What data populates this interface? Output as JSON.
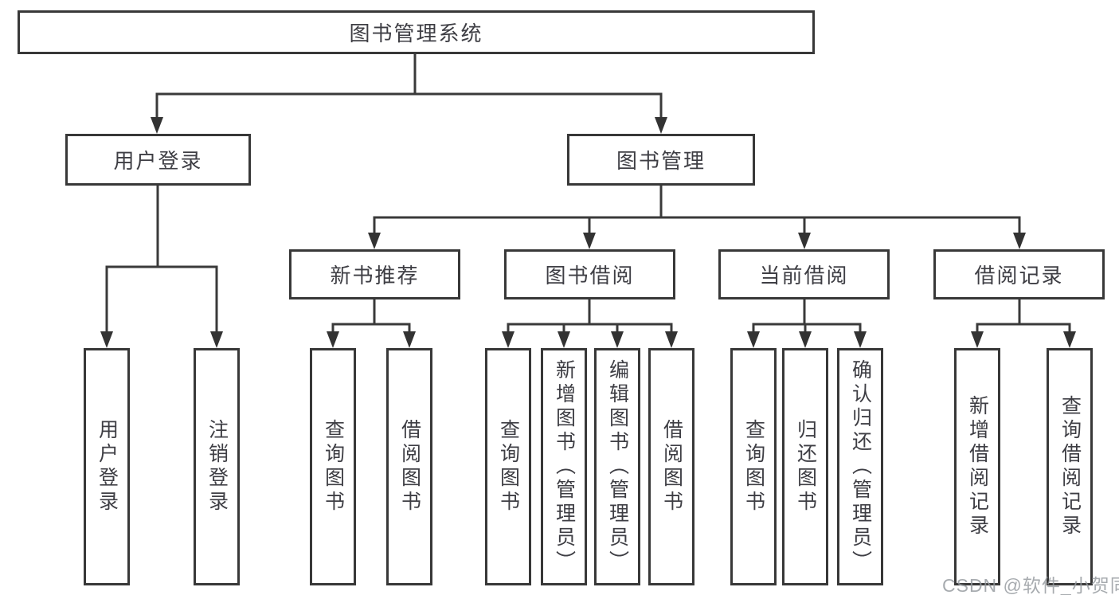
{
  "diagram": {
    "title": "图书管理系统",
    "branches": [
      {
        "label": "用户登录",
        "children": [
          {
            "label": "用户登录"
          },
          {
            "label": "注销登录"
          }
        ]
      },
      {
        "label": "图书管理",
        "groups": [
          {
            "label": "新书推荐",
            "children": [
              {
                "label": "查询图书"
              },
              {
                "label": "借阅图书"
              }
            ]
          },
          {
            "label": "图书借阅",
            "children": [
              {
                "label": "查询图书"
              },
              {
                "label": "新增图书（管理员）"
              },
              {
                "label": "编辑图书（管理员）"
              },
              {
                "label": "借阅图书"
              }
            ]
          },
          {
            "label": "当前借阅",
            "children": [
              {
                "label": "查询图书"
              },
              {
                "label": "归还图书"
              },
              {
                "label": "确认归还（管理员）"
              }
            ]
          },
          {
            "label": "借阅记录",
            "children": [
              {
                "label": "新增借阅记录"
              },
              {
                "label": "查询借阅记录"
              }
            ]
          }
        ]
      }
    ]
  },
  "watermark": "CSDN @软件_小贺同学",
  "colors": {
    "line": "#3a3a3a",
    "box_border": "#383838",
    "text": "#3e3e44",
    "watermark": "#94999e",
    "background": "#ffffff"
  }
}
